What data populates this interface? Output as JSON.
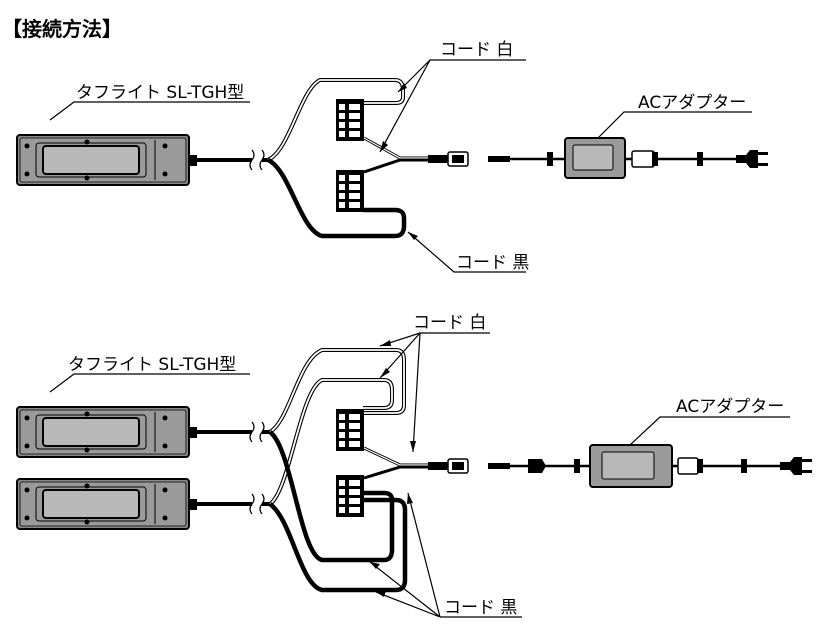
{
  "title": "【接続方法】",
  "diagram1": {
    "light_label": "タフライト SL-TGH型",
    "cord_white_label": "コード 白",
    "cord_black_label": "コード 黒",
    "adapter_label": "ACアダプター"
  },
  "diagram2": {
    "light_label": "タフライト SL-TGH型",
    "cord_white_label": "コード 白",
    "cord_black_label": "コード 黒",
    "adapter_label": "ACアダプター"
  }
}
